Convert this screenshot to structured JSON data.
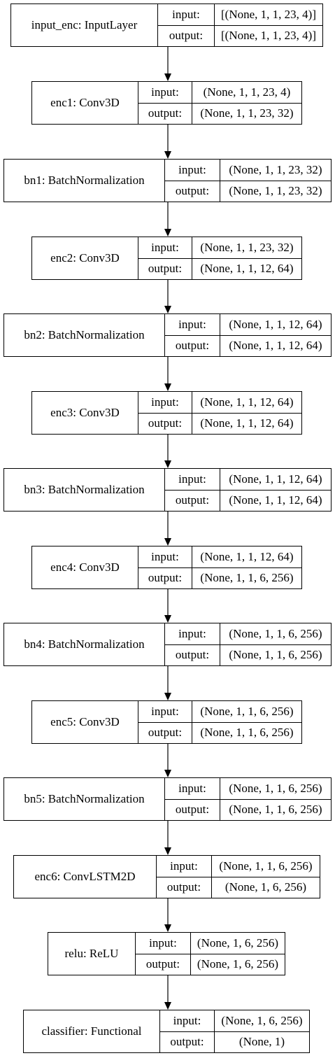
{
  "layers": [
    {
      "name": "input_enc: InputLayer",
      "input_label": "input:",
      "input": "[(None, 1, 1, 23, 4)]",
      "output_label": "output:",
      "output": "[(None, 1, 1, 23, 4)]"
    },
    {
      "name": "enc1: Conv3D",
      "input_label": "input:",
      "input": "(None, 1, 1, 23, 4)",
      "output_label": "output:",
      "output": "(None, 1, 1, 23, 32)"
    },
    {
      "name": "bn1: BatchNormalization",
      "input_label": "input:",
      "input": "(None, 1, 1, 23, 32)",
      "output_label": "output:",
      "output": "(None, 1, 1, 23, 32)"
    },
    {
      "name": "enc2: Conv3D",
      "input_label": "input:",
      "input": "(None, 1, 1, 23, 32)",
      "output_label": "output:",
      "output": "(None, 1, 1, 12, 64)"
    },
    {
      "name": "bn2: BatchNormalization",
      "input_label": "input:",
      "input": "(None, 1, 1, 12, 64)",
      "output_label": "output:",
      "output": "(None, 1, 1, 12, 64)"
    },
    {
      "name": "enc3: Conv3D",
      "input_label": "input:",
      "input": "(None, 1, 1, 12, 64)",
      "output_label": "output:",
      "output": "(None, 1, 1, 12, 64)"
    },
    {
      "name": "bn3: BatchNormalization",
      "input_label": "input:",
      "input": "(None, 1, 1, 12, 64)",
      "output_label": "output:",
      "output": "(None, 1, 1, 12, 64)"
    },
    {
      "name": "enc4: Conv3D",
      "input_label": "input:",
      "input": "(None, 1, 1, 12, 64)",
      "output_label": "output:",
      "output": "(None, 1, 1, 6, 256)"
    },
    {
      "name": "bn4: BatchNormalization",
      "input_label": "input:",
      "input": "(None, 1, 1, 6, 256)",
      "output_label": "output:",
      "output": "(None, 1, 1, 6, 256)"
    },
    {
      "name": "enc5: Conv3D",
      "input_label": "input:",
      "input": "(None, 1, 1, 6, 256)",
      "output_label": "output:",
      "output": "(None, 1, 1, 6, 256)"
    },
    {
      "name": "bn5: BatchNormalization",
      "input_label": "input:",
      "input": "(None, 1, 1, 6, 256)",
      "output_label": "output:",
      "output": "(None, 1, 1, 6, 256)"
    },
    {
      "name": "enc6: ConvLSTM2D",
      "input_label": "input:",
      "input": "(None, 1, 1, 6, 256)",
      "output_label": "output:",
      "output": "(None, 1, 6, 256)"
    },
    {
      "name": "relu: ReLU",
      "input_label": "input:",
      "input": "(None, 1, 6, 256)",
      "output_label": "output:",
      "output": "(None, 1, 6, 256)"
    },
    {
      "name": "classifier: Functional",
      "input_label": "input:",
      "input": "(None, 1, 6, 256)",
      "output_label": "output:",
      "output": "(None, 1)"
    }
  ]
}
